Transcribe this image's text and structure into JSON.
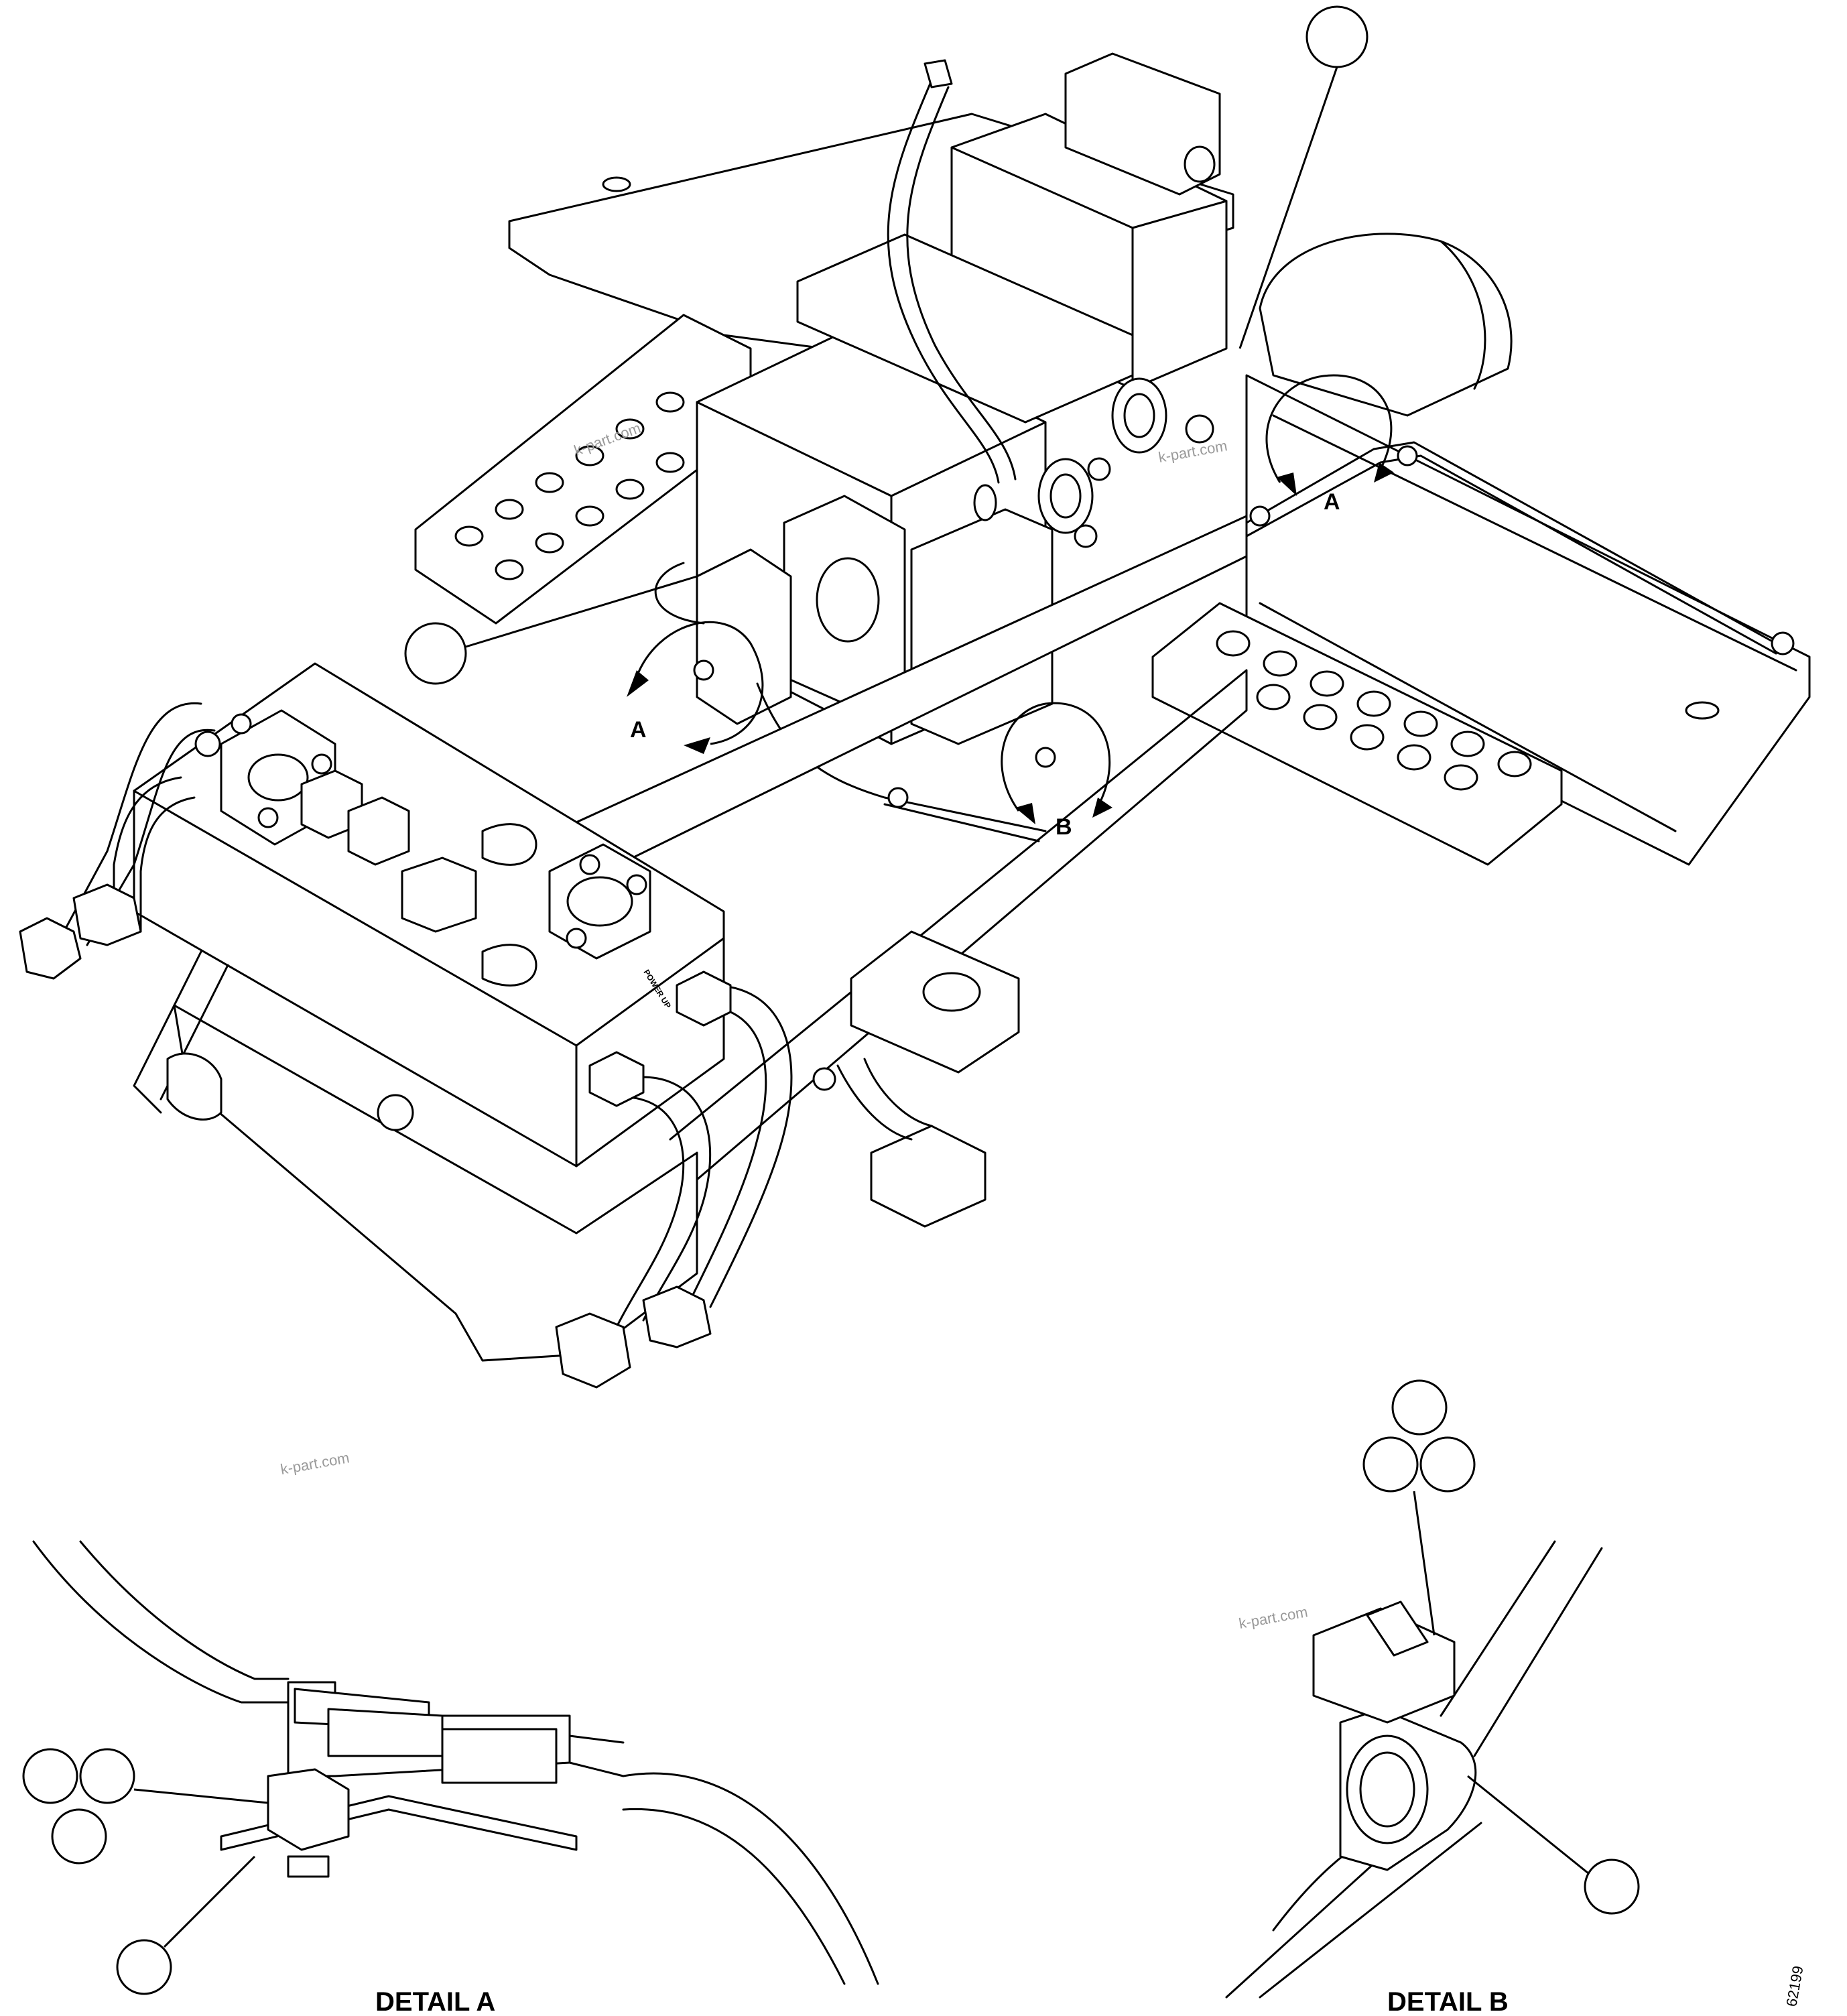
{
  "labels": {
    "view_a_1": "A",
    "view_a_2": "A",
    "view_b": "B",
    "power_up": "POWER UP",
    "detail_a": "DETAIL A",
    "detail_b": "DETAIL B",
    "figure_number": "62199"
  },
  "watermarks": [
    "k-part.com",
    "k-part.com",
    "k-part.com",
    "k-part.com"
  ],
  "callouts": {
    "count_main": 2,
    "count_detail_a": 4,
    "count_detail_b": 4
  }
}
